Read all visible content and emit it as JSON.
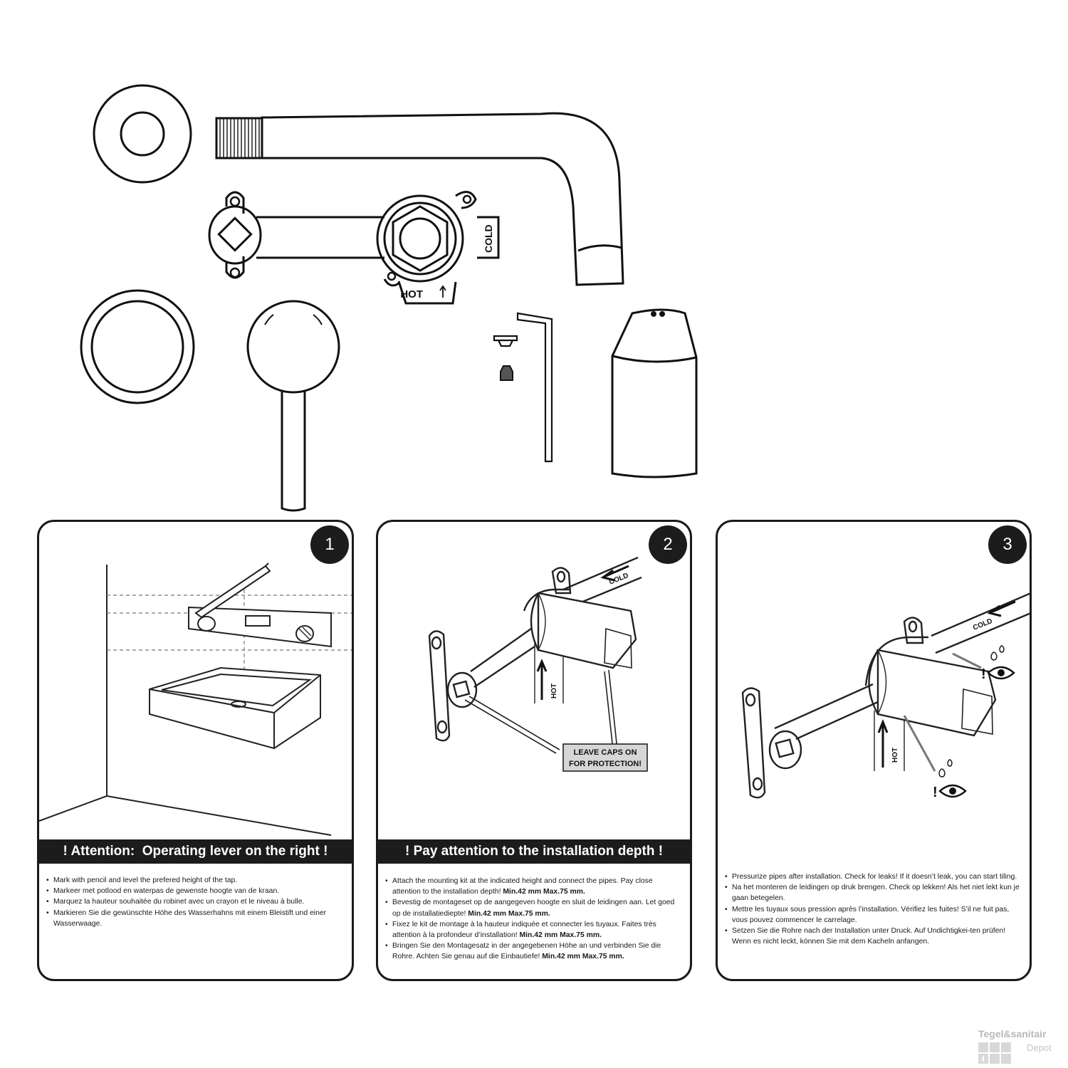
{
  "parts": {
    "valve_hot_label": "HOT",
    "valve_cold_label": "COLD"
  },
  "steps": [
    {
      "number": "1",
      "banner": "! Attention:  Operating lever on the right !",
      "bullets": [
        "Mark with pencil and level the prefered height of the tap.",
        "Markeer met potlood en waterpas de gewenste hoogte van de kraan.",
        "Marquez la hauteur souhaitée du robinet avec un crayon et le niveau à bulle.",
        "Markieren Sie die gewünschte Höhe des Wasserhahns mit einem Bleistift und einer Wasserwaage."
      ]
    },
    {
      "number": "2",
      "banner": "! Pay attention to the installation depth !",
      "cold_label": "COLD",
      "hot_label": "HOT",
      "callout_line1": "LEAVE CAPS ON",
      "callout_line2": "FOR PROTECTION!",
      "bullets": [
        {
          "text": "Attach the mounting kit at the indicated height and connect the pipes. Pay close attention to the installation depth! ",
          "bold": "Min.42 mm Max.75 mm."
        },
        {
          "text": "Bevestig de montageset op de aangegeven hoogte en sluit de leidingen aan. Let goed op de installatiediepte! ",
          "bold": "Min.42 mm Max.75 mm."
        },
        {
          "text": "Fixez le kit de montage à la hauteur indiquée et connecter les tuyaux. Faites très attention à la profondeur d’installation! ",
          "bold": "Min.42 mm Max.75 mm."
        },
        {
          "text": "Bringen Sie den Montagesatz in der angegebenen Höhe an und verbinden Sie die Rohre. Achten Sie genau auf die Einbautiefe! ",
          "bold": "Min.42 mm Max.75 mm."
        }
      ]
    },
    {
      "number": "3",
      "banner": "",
      "cold_label": "COLD",
      "hot_label": "HOT",
      "bullets": [
        "Pressurize pipes after installation. Check for leaks! If it doesn’t leak, you can start tiling.",
        "Na het monteren de leidingen op druk brengen. Check op lekken! Als het niet lekt kun je gaan betegelen.",
        "Mettre les tuyaux sous pression après l’installation. Vérifiez les fuites! S’il ne fuit pas, vous pouvez commencer le carrelage.",
        "Setzen Sie die Rohre nach der Installation unter Druck. Auf Undichtigkei-ten prüfen! Wenn es nicht leckt, können Sie mit dem Kacheln anfangen."
      ]
    }
  ],
  "watermark": {
    "title": "Tegel&sanitair",
    "subtitle": "Depot"
  }
}
